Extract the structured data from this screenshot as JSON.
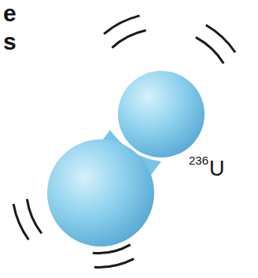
{
  "diagram": {
    "labels": [
      "e",
      "s",
      "236",
      "U"
    ]
  }
}
